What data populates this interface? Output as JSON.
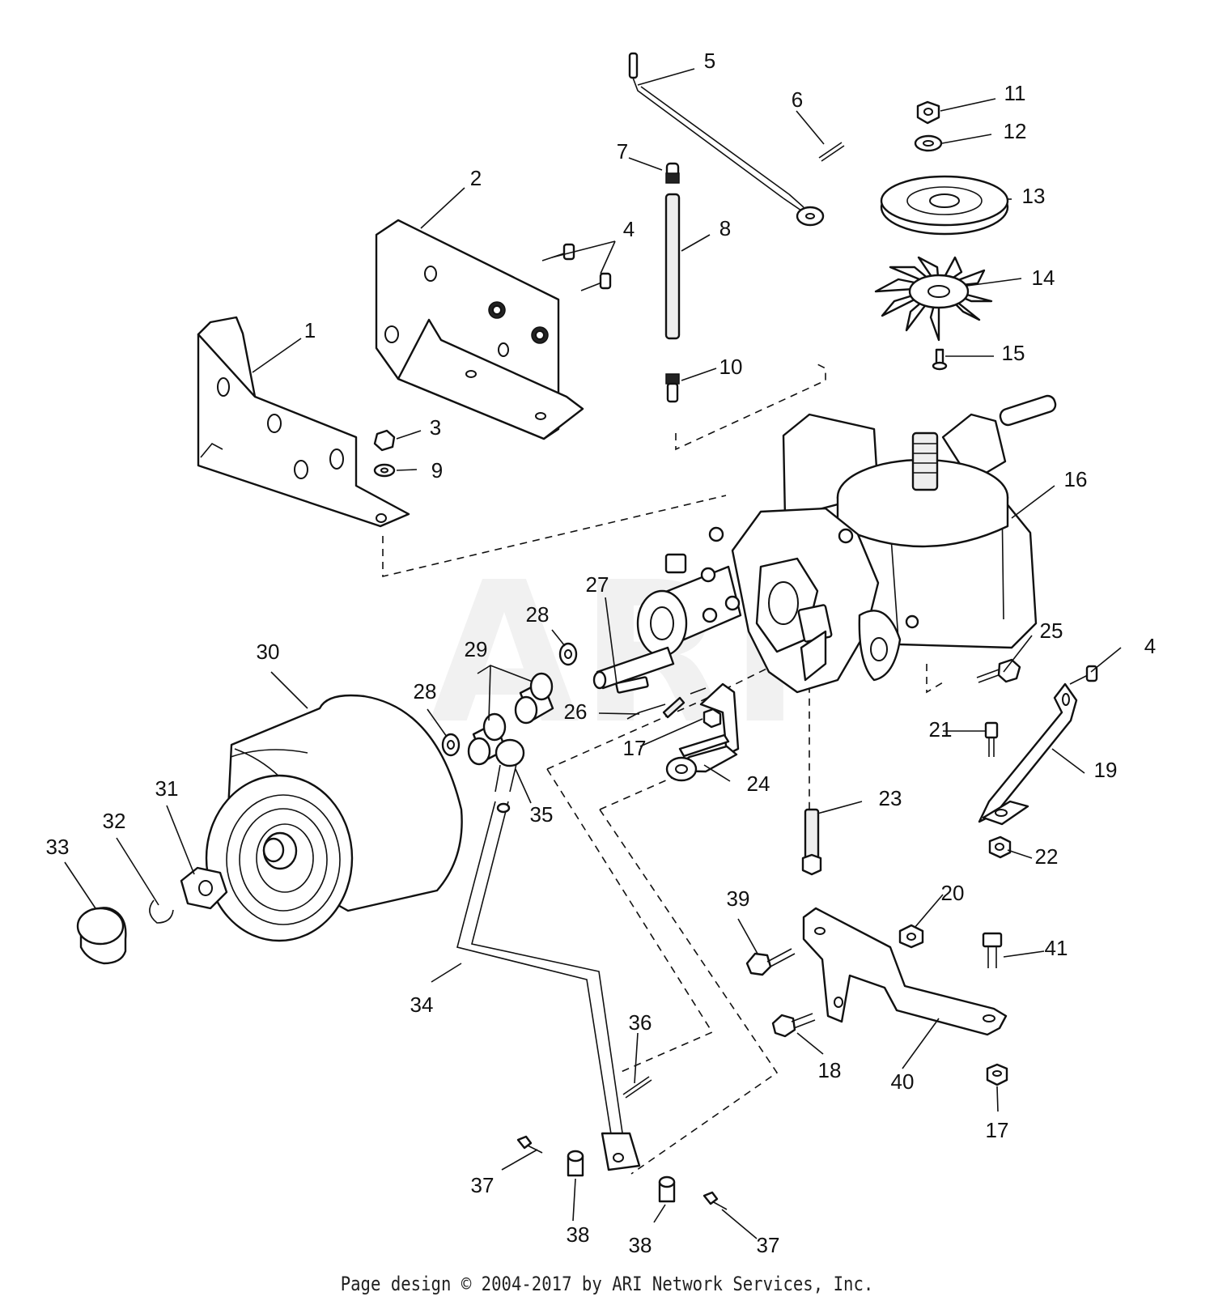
{
  "callouts": [
    {
      "id": "1",
      "label": "1"
    },
    {
      "id": "2",
      "label": "2"
    },
    {
      "id": "3",
      "label": "3"
    },
    {
      "id": "4a",
      "label": "4"
    },
    {
      "id": "4b",
      "label": "4"
    },
    {
      "id": "5",
      "label": "5"
    },
    {
      "id": "6",
      "label": "6"
    },
    {
      "id": "7",
      "label": "7"
    },
    {
      "id": "8",
      "label": "8"
    },
    {
      "id": "9",
      "label": "9"
    },
    {
      "id": "10",
      "label": "10"
    },
    {
      "id": "11",
      "label": "11"
    },
    {
      "id": "12",
      "label": "12"
    },
    {
      "id": "13",
      "label": "13"
    },
    {
      "id": "14",
      "label": "14"
    },
    {
      "id": "15",
      "label": "15"
    },
    {
      "id": "16",
      "label": "16"
    },
    {
      "id": "17a",
      "label": "17"
    },
    {
      "id": "17b",
      "label": "17"
    },
    {
      "id": "18",
      "label": "18"
    },
    {
      "id": "19",
      "label": "19"
    },
    {
      "id": "20",
      "label": "20"
    },
    {
      "id": "21",
      "label": "21"
    },
    {
      "id": "22",
      "label": "22"
    },
    {
      "id": "23",
      "label": "23"
    },
    {
      "id": "24",
      "label": "24"
    },
    {
      "id": "25",
      "label": "25"
    },
    {
      "id": "26",
      "label": "26"
    },
    {
      "id": "27",
      "label": "27"
    },
    {
      "id": "28a",
      "label": "28"
    },
    {
      "id": "28b",
      "label": "28"
    },
    {
      "id": "29",
      "label": "29"
    },
    {
      "id": "30",
      "label": "30"
    },
    {
      "id": "31",
      "label": "31"
    },
    {
      "id": "32",
      "label": "32"
    },
    {
      "id": "33",
      "label": "33"
    },
    {
      "id": "34",
      "label": "34"
    },
    {
      "id": "35",
      "label": "35"
    },
    {
      "id": "36",
      "label": "36"
    },
    {
      "id": "37a",
      "label": "37"
    },
    {
      "id": "37b",
      "label": "37"
    },
    {
      "id": "38a",
      "label": "38"
    },
    {
      "id": "38b",
      "label": "38"
    },
    {
      "id": "39",
      "label": "39"
    },
    {
      "id": "40",
      "label": "40"
    },
    {
      "id": "41",
      "label": "41"
    }
  ],
  "watermark": "ARI",
  "footer": "Page design © 2004-2017 by ARI Network Services, Inc."
}
